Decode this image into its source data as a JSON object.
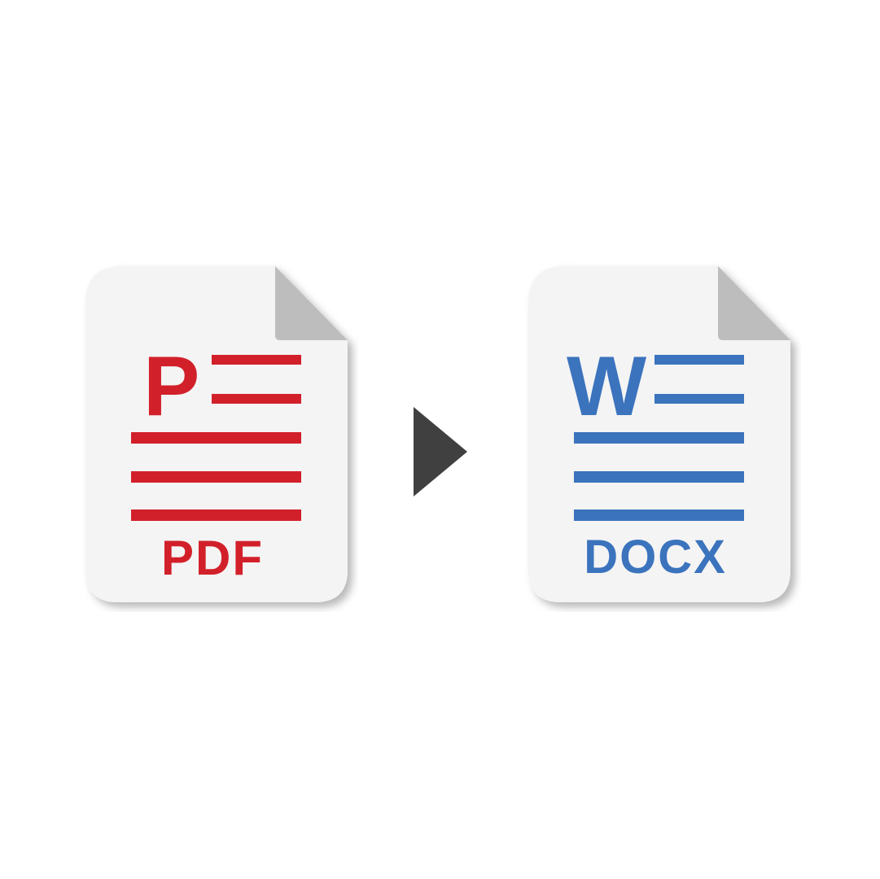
{
  "source_file": {
    "letter": "P",
    "label": "PDF",
    "icon": "pdf-document-icon",
    "color": "#d2202a"
  },
  "target_file": {
    "letter": "W",
    "label": "DOCX",
    "icon": "word-document-icon",
    "color": "#3b73bd"
  },
  "arrow": {
    "icon": "play-arrow-icon",
    "color": "#404040"
  },
  "page_color": "#f4f4f4",
  "fold_color": "#bdbdbd"
}
